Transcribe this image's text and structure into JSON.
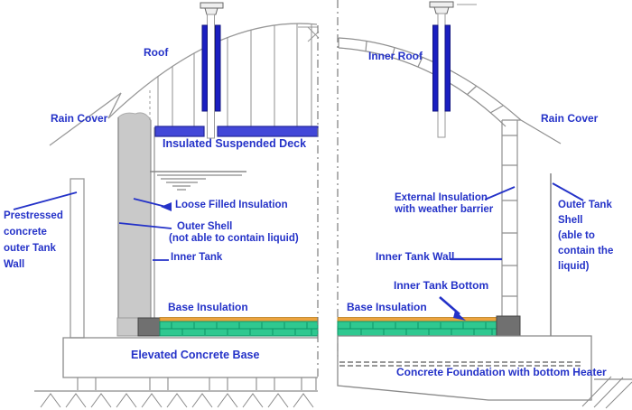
{
  "diagram": {
    "type": "tank-cross-section",
    "labels": {
      "roof": "Roof",
      "inner_roof": "Inner Roof",
      "rain_cover_left": "Rain Cover",
      "rain_cover_right": "Rain Cover",
      "insulated_suspended_deck": "Insulated Suspended Deck",
      "loose_filled_insulation": "Loose Filled Insulation",
      "outer_shell": "Outer Shell",
      "outer_shell_note": "(not able to contain liquid)",
      "inner_tank": "Inner Tank",
      "prestressed_wall_lines": [
        "Prestressed",
        "concrete",
        "outer Tank",
        "Wall"
      ],
      "external_insulation_lines": [
        "External Insulation",
        "with weather barrier"
      ],
      "inner_tank_wall": "Inner Tank Wall",
      "inner_tank_bottom": "Inner Tank Bottom",
      "base_insulation_left": "Base Insulation",
      "base_insulation_right": "Base Insulation",
      "elevated_concrete_base": "Elevated Concrete Base",
      "concrete_foundation": "Concrete Foundation with bottom Heater",
      "outer_tank_shell_lines": [
        "Outer Tank",
        "Shell",
        "(able to",
        "contain the",
        "liquid)"
      ]
    },
    "colors": {
      "label_text": "#2432c8",
      "deck_blue": "#4247d8",
      "pipe_blue": "#1b1fc0",
      "insulation_green": "#2fc890",
      "insulation_green_line": "#0d9466",
      "tank_bottom_orange": "#eca33e",
      "perlite_gray": "#c9c9c9",
      "corner_block_gray": "#707070",
      "line_gray": "#8f8f8f",
      "leader_blue": "#2432c8"
    }
  }
}
